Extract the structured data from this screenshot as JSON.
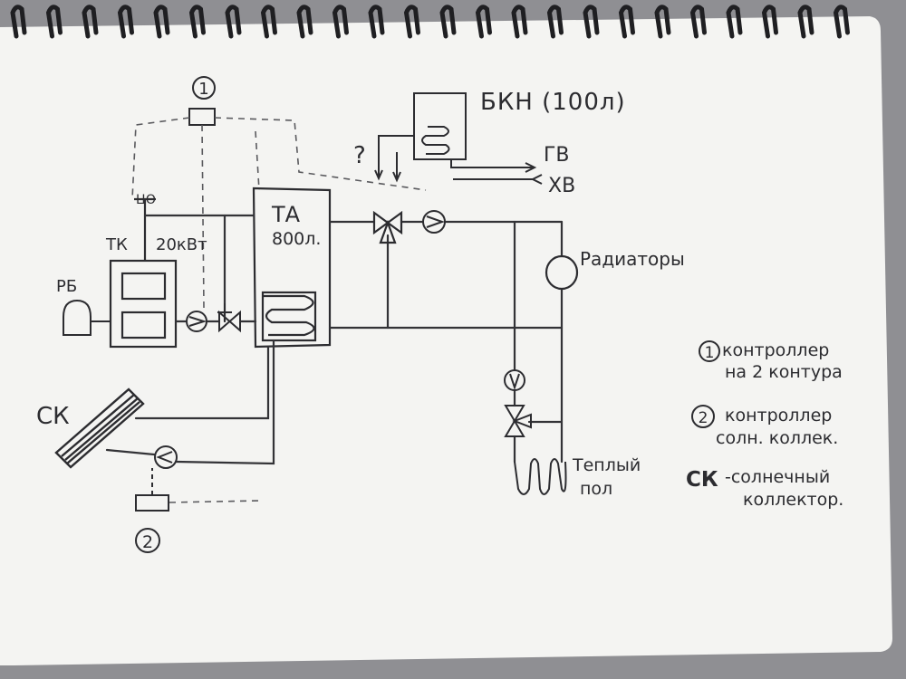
{
  "controller_1_mark": "1",
  "controller_2_mark": "2",
  "dhw_tank": {
    "label": "БКН (100л)",
    "question": "?"
  },
  "outputs": {
    "hot_water": "ГВ",
    "cold_water": "ХВ"
  },
  "buffer_tank": {
    "line1": "ТА",
    "line2": "800л."
  },
  "boiler": {
    "label": "ТК",
    "power": "20кВт",
    "sensor": "ЦО"
  },
  "expansion_label": "РБ",
  "radiators_label": "Радиаторы",
  "solar_collector_label": "СК",
  "underfloor": {
    "line1": "Теплый",
    "line2": "пол"
  },
  "legend": {
    "item1": {
      "mark": "1",
      "line1": "контроллер",
      "line2": "на 2 контура"
    },
    "item2": {
      "mark": "2",
      "line1": "контроллер",
      "line2": "солн. коллек."
    },
    "item3": {
      "mark": "СК",
      "line1": "-солнечный",
      "line2": "коллектор."
    }
  },
  "colors": {
    "paper": "#f4f4f2",
    "ink": "#2c2c30",
    "binding": "#1f1f22",
    "background": "#8f8f93"
  }
}
